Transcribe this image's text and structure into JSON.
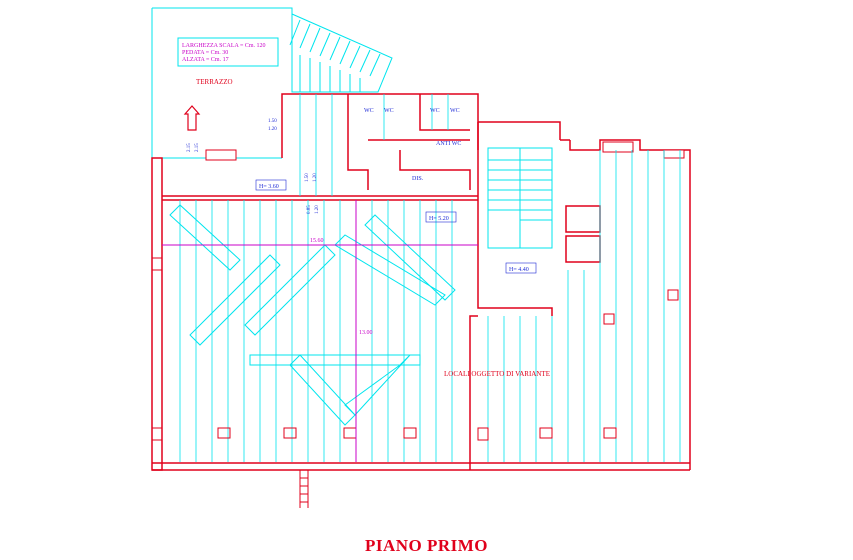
{
  "title": "PIANO PRIMO",
  "colors": {
    "walls": "#e0001b",
    "structure": "#00e5ee",
    "dimensions": "#c800c8",
    "notes": "#1f2bd6",
    "background": "#ffffff"
  },
  "stair_note": {
    "line1": "LARGHEZZA SCALA = Cm. 120",
    "line2": "PEDATA = Cm. 30",
    "line3": "ALZATA = Cm. 17"
  },
  "labels": {
    "terrace": "TERRAZZO",
    "wc_1": "WC",
    "wc_2": "WC",
    "wc_3": "WC",
    "wc_4": "WC",
    "anti_wc": "ANTI WC",
    "dis": "DIS.",
    "height_1": "H= 3.60",
    "height_2": "H= 5.20",
    "height_3": "H= 4.40",
    "dim_width": "15.60",
    "dim_depth": "13.00",
    "dim_window_1": "1.50",
    "dim_window_2": "1.20",
    "dim_window_3": "1.50",
    "dim_window_4": "1.20",
    "dim_side_1": "2.15",
    "dim_side_2": "2.15",
    "dim_side_3": "0.85",
    "dim_side_4": "1.20",
    "variant_note": "LOCALI OGGETTO DI VARIANTE"
  }
}
